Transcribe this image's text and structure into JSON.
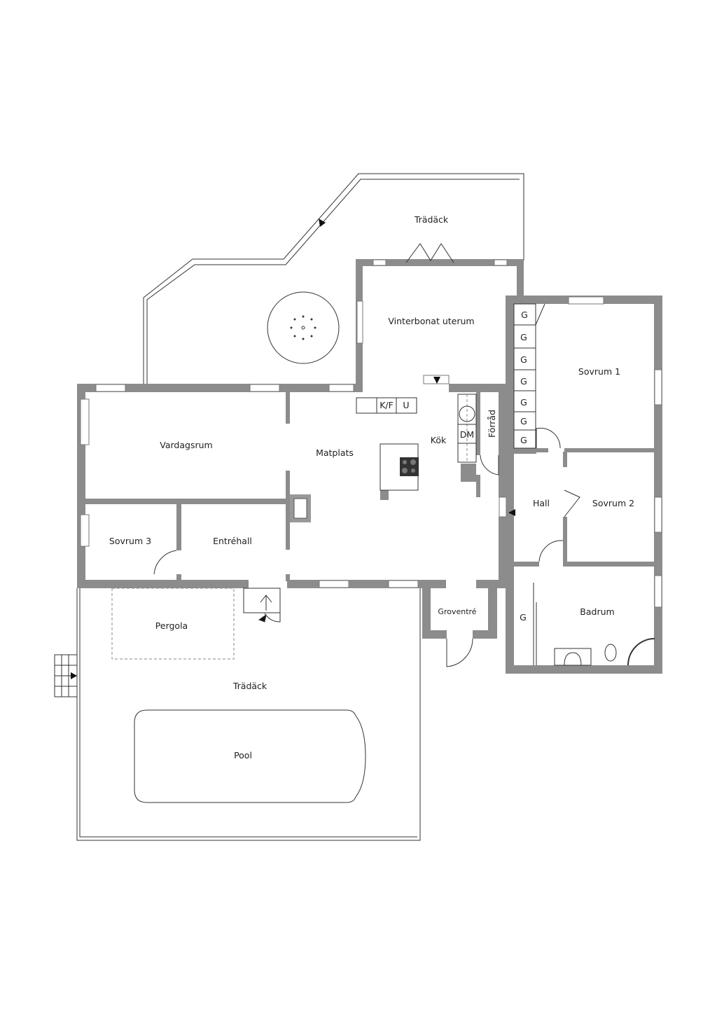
{
  "rooms": {
    "tradack_top": "Trädäck",
    "uterum": "Vinterbonat uterum",
    "sovrum1": "Sovrum 1",
    "vardagsrum": "Vardagsrum",
    "matplats": "Matplats",
    "kok": "Kök",
    "forrad": "Förråd",
    "hall": "Hall",
    "sovrum2": "Sovrum 2",
    "sovrum3": "Sovrum 3",
    "entrehall": "Entréhall",
    "groventre": "Groventré",
    "badrum": "Badrum",
    "pergola": "Pergola",
    "tradack_bottom": "Trädäck",
    "pool": "Pool"
  },
  "fixtures": {
    "kf": "K/F",
    "u": "U",
    "dm": "DM",
    "wardrobe": "G"
  },
  "colors": {
    "wall": "#8c8c8c"
  }
}
